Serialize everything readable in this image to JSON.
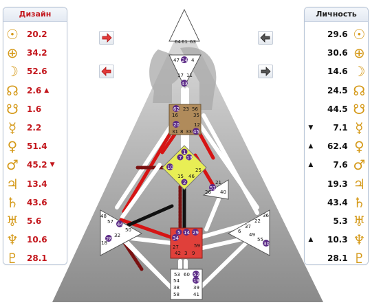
{
  "design": {
    "title": "Дизайн",
    "rows": [
      {
        "planet": "sun-icon",
        "glyph": "☉",
        "value": "20.2",
        "arrow": ""
      },
      {
        "planet": "earth-icon",
        "glyph": "⊕",
        "value": "34.2",
        "arrow": ""
      },
      {
        "planet": "moon-icon",
        "glyph": "☽",
        "value": "52.6",
        "arrow": ""
      },
      {
        "planet": "north-node-icon",
        "glyph": "☊",
        "value": "2.6",
        "arrow": "▲"
      },
      {
        "planet": "south-node-icon",
        "glyph": "☋",
        "value": "1.6",
        "arrow": ""
      },
      {
        "planet": "mercury-icon",
        "glyph": "☿",
        "value": "2.2",
        "arrow": ""
      },
      {
        "planet": "venus-icon",
        "glyph": "♀",
        "value": "51.4",
        "arrow": ""
      },
      {
        "planet": "mars-icon",
        "glyph": "♂",
        "value": "45.2",
        "arrow": "▼"
      },
      {
        "planet": "jupiter-icon",
        "glyph": "♃",
        "value": "13.4",
        "arrow": ""
      },
      {
        "planet": "saturn-icon",
        "glyph": "♄",
        "value": "43.6",
        "arrow": ""
      },
      {
        "planet": "uranus-icon",
        "glyph": "♅",
        "value": "5.6",
        "arrow": ""
      },
      {
        "planet": "neptune-icon",
        "glyph": "♆",
        "value": "10.6",
        "arrow": ""
      },
      {
        "planet": "pluto-icon",
        "glyph": "♇",
        "value": "28.1",
        "arrow": ""
      }
    ]
  },
  "personality": {
    "title": "Личность",
    "rows": [
      {
        "planet": "sun-icon",
        "glyph": "☉",
        "value": "29.6",
        "marker": ""
      },
      {
        "planet": "earth-icon",
        "glyph": "⊕",
        "value": "30.6",
        "marker": ""
      },
      {
        "planet": "moon-icon",
        "glyph": "☽",
        "value": "14.6",
        "marker": ""
      },
      {
        "planet": "north-node-icon",
        "glyph": "☊",
        "value": "24.5",
        "marker": ""
      },
      {
        "planet": "south-node-icon",
        "glyph": "☋",
        "value": "44.5",
        "marker": ""
      },
      {
        "planet": "mercury-icon",
        "glyph": "☿",
        "value": "7.1",
        "marker": "▼"
      },
      {
        "planet": "venus-icon",
        "glyph": "♀",
        "value": "62.4",
        "marker": "▲"
      },
      {
        "planet": "mars-icon",
        "glyph": "♂",
        "value": "7.6",
        "marker": "▲"
      },
      {
        "planet": "jupiter-icon",
        "glyph": "♃",
        "value": "19.3",
        "marker": ""
      },
      {
        "planet": "saturn-icon",
        "glyph": "♄",
        "value": "43.4",
        "marker": ""
      },
      {
        "planet": "uranus-icon",
        "glyph": "♅",
        "value": "5.3",
        "marker": ""
      },
      {
        "planet": "neptune-icon",
        "glyph": "♆",
        "value": "10.3",
        "marker": "▲"
      },
      {
        "planet": "pluto-icon",
        "glyph": "♇",
        "value": "28.1",
        "marker": ""
      }
    ]
  },
  "colors": {
    "design_red": "#c3161c",
    "glyph_gold": "#d59a1a",
    "head_center": "#ffffff",
    "throat_center": "#b08b5b",
    "g_center": "#e8ee55",
    "sacral_center": "#e0403a",
    "gate_badge": "#5b2a86"
  },
  "gates": {
    "head": [
      "64",
      "61",
      "63"
    ],
    "ajna": [
      "47",
      "24",
      "4",
      "17",
      "11",
      "43"
    ],
    "throat": [
      "62",
      "23",
      "56",
      "16",
      "35",
      "20",
      "12",
      "31",
      "8",
      "33",
      "45"
    ],
    "g": [
      "1",
      "7",
      "13",
      "10",
      "25",
      "15",
      "2",
      "46"
    ],
    "ego": [
      "21",
      "51",
      "26",
      "40"
    ],
    "spleen": [
      "48",
      "57",
      "44",
      "50",
      "32",
      "28",
      "18"
    ],
    "sacral": [
      "5",
      "14",
      "29",
      "34",
      "27",
      "59",
      "42",
      "3",
      "9"
    ],
    "solar": [
      "36",
      "22",
      "37",
      "6",
      "49",
      "55",
      "30"
    ],
    "root": [
      "53",
      "60",
      "52",
      "54",
      "19",
      "38",
      "39",
      "58",
      "41"
    ]
  }
}
